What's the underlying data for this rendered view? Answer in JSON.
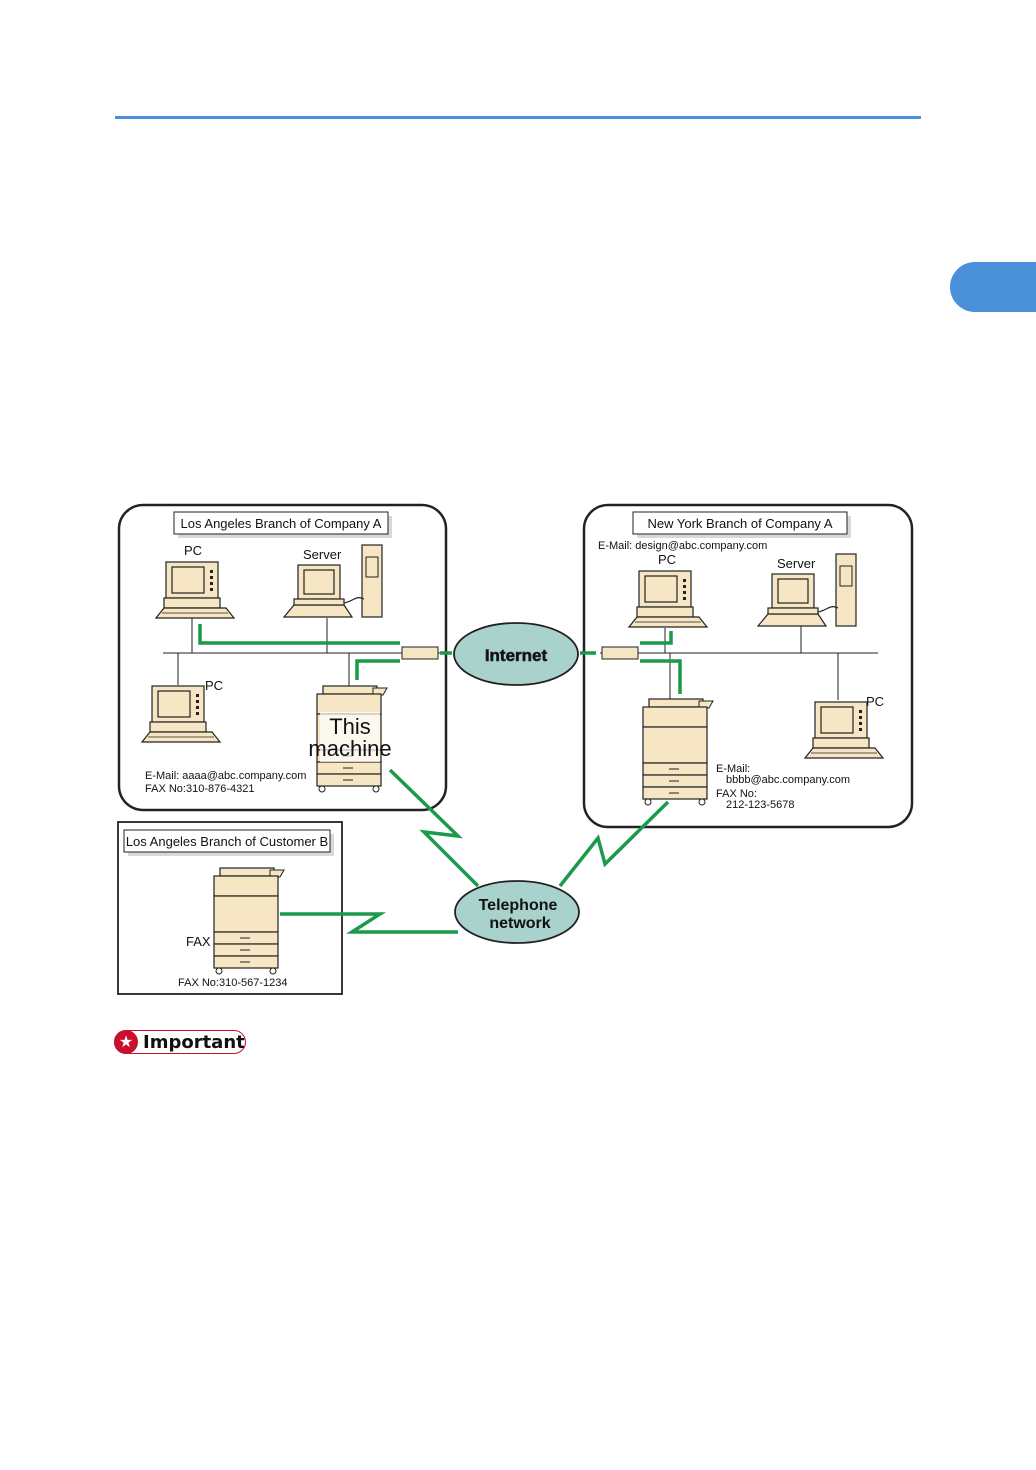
{
  "diagram": {
    "la_company_a": {
      "title": "Los Angeles Branch of Company A",
      "pc1_label": "PC",
      "server_label": "Server",
      "pc2_label": "PC",
      "machine_label_line1": "This",
      "machine_label_line2": "machine",
      "email": "E-Mail:  aaaa@abc.company.com",
      "fax": "FAX No:310-876-4321"
    },
    "ny_company_a": {
      "title": "New York Branch of Company A",
      "email_top": "E-Mail: design@abc.company.com",
      "pc1_label": "PC",
      "server_label": "Server",
      "pc2_label": "PC",
      "email_label": "E-Mail:",
      "email_value": "bbbb@abc.company.com",
      "fax_label": "FAX No:",
      "fax_value": "212-123-5678"
    },
    "la_customer_b": {
      "title": "Los Angeles Branch of Customer B",
      "fax_device_label": "FAX",
      "fax": "FAX No:310-567-1234"
    },
    "internet_label": "Internet",
    "telephone_line1": "Telephone",
    "telephone_line2": "network"
  },
  "important": {
    "label": "Important"
  },
  "colors": {
    "accent": "#4a90d9",
    "link_green": "#1a9a4a",
    "cloud": "#a9d2cc",
    "device": "#f6e6c4",
    "important_red": "#c8102e"
  }
}
